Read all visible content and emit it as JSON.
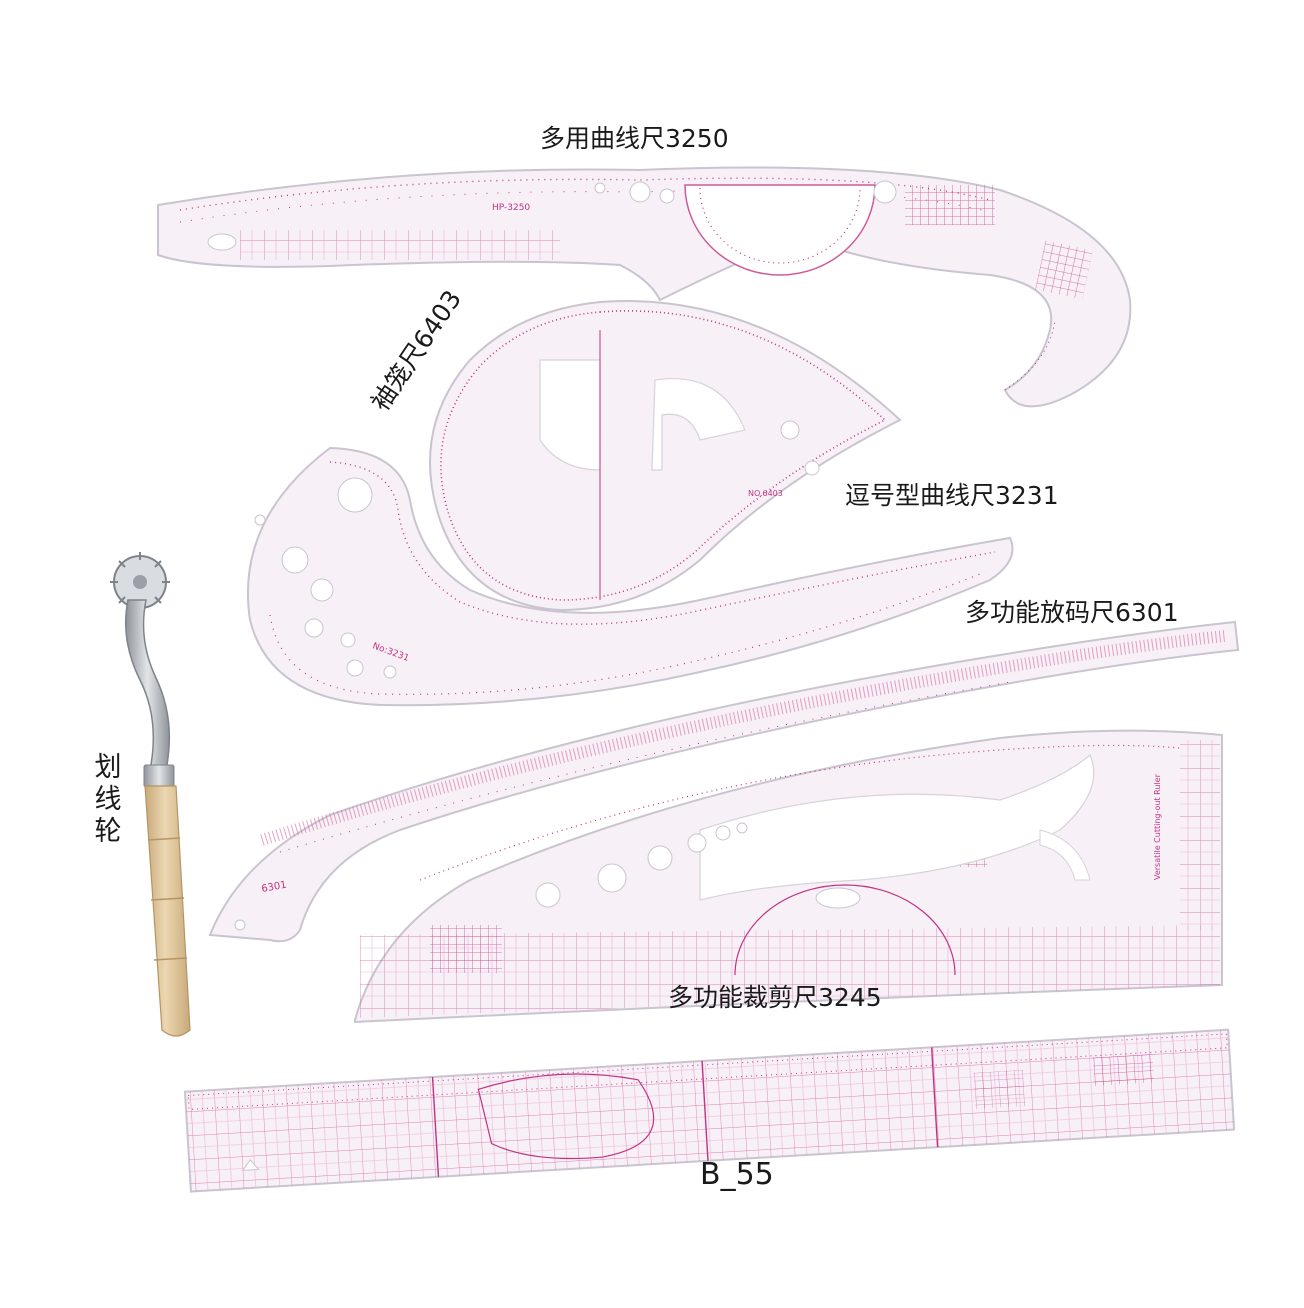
{
  "labels": {
    "multi_curve": "多用曲线尺3250",
    "sleeve": "袖笼尺6403",
    "comma_curve": "逗号型曲线尺3231",
    "grading": "多功能放码尺6301",
    "cutting": "多功能裁剪尺3245",
    "straight": "B_55",
    "tracing_wheel": [
      "划",
      "线",
      "轮"
    ]
  },
  "ruler_prints": {
    "multi_curve_model": "HP-3250",
    "comma_model": "No:3231",
    "sleeve_model": "NO.6403",
    "grading_model": "6301",
    "cutting_side": "Versatile Cutting-out Ruler"
  },
  "colors": {
    "ink": "#c2337f",
    "ink_light": "#e7a6cd",
    "plastic": "#f6eef6",
    "edge": "#c9c4cf",
    "text": "#1a1a1a",
    "wood": "#dcc29a",
    "steel": "#bfc3c8"
  }
}
